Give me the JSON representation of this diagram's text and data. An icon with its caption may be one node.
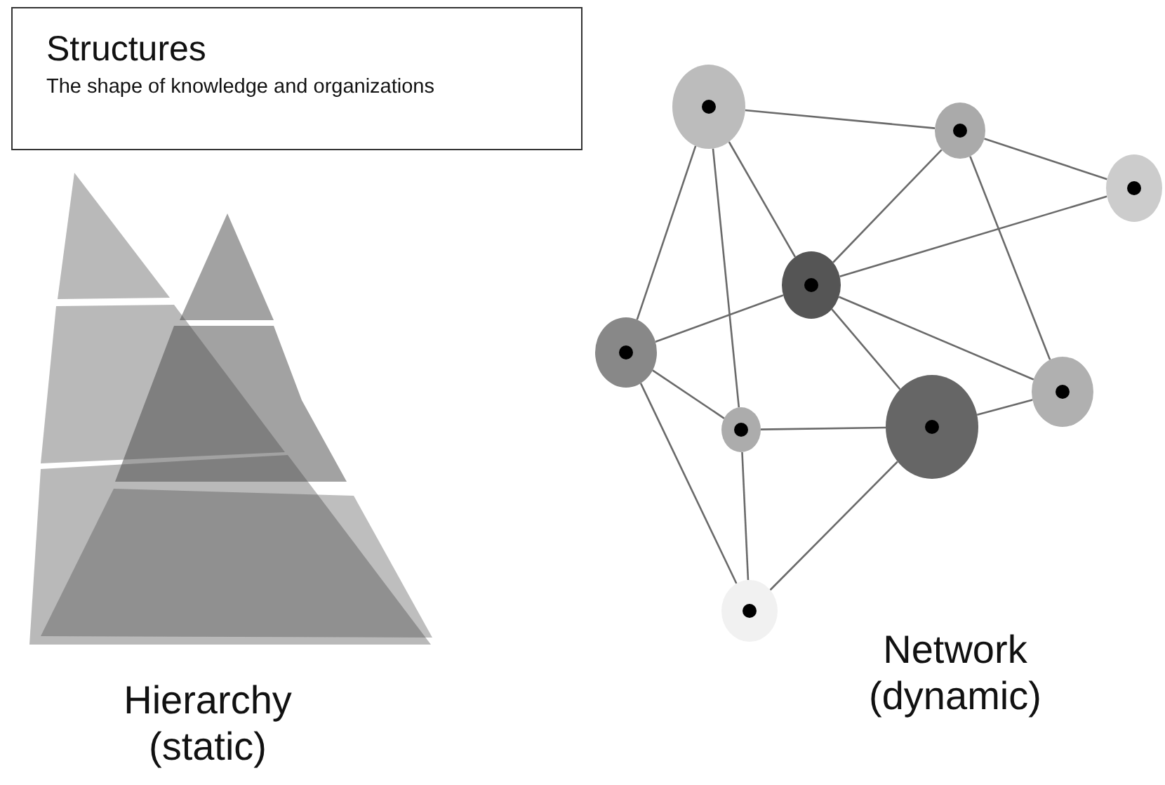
{
  "diagram": {
    "nodes": [
      {
        "text": [
          "Structures",
          "The shape of knowledge and organizations"
        ]
      },
      {
        "text": [],
        "shape": "circle"
      },
      {
        "text": [],
        "shape": "circle"
      },
      {
        "text": [],
        "shape": "circle"
      },
      {
        "text": [],
        "shape": "circle"
      },
      {
        "text": [],
        "shape": "circle"
      },
      {
        "text": [],
        "shape": "circle"
      },
      {
        "text": [],
        "shape": "circle"
      },
      {
        "text": [],
        "shape": "circle"
      },
      {
        "text": [],
        "shape": "circle"
      }
    ],
    "edges": [
      {
        "from": 1,
        "to": 2,
        "arrow": "none"
      },
      {
        "from": 1,
        "to": 5,
        "arrow": "none"
      },
      {
        "from": 1,
        "to": 8,
        "arrow": "none"
      },
      {
        "from": 1,
        "to": 4,
        "arrow": "none"
      },
      {
        "from": 2,
        "to": 4,
        "arrow": "none"
      },
      {
        "from": 2,
        "to": 3,
        "arrow": "none"
      },
      {
        "from": 2,
        "to": 6,
        "arrow": "none"
      },
      {
        "from": 4,
        "to": 3,
        "arrow": "none"
      },
      {
        "from": 4,
        "to": 5,
        "arrow": "none"
      },
      {
        "from": 4,
        "to": 7,
        "arrow": "none"
      },
      {
        "from": 4,
        "to": 6,
        "arrow": "none"
      },
      {
        "from": 5,
        "to": 8,
        "arrow": "none"
      },
      {
        "from": 5,
        "to": 9,
        "arrow": "none"
      },
      {
        "from": 8,
        "to": 7,
        "arrow": "none"
      },
      {
        "from": 8,
        "to": 9,
        "arrow": "none"
      },
      {
        "from": 7,
        "to": 6,
        "arrow": "none"
      },
      {
        "from": 7,
        "to": 9,
        "arrow": "none"
      }
    ],
    "labels": [
      "Hierarchy (static)",
      "Network (dynamic)"
    ]
  }
}
